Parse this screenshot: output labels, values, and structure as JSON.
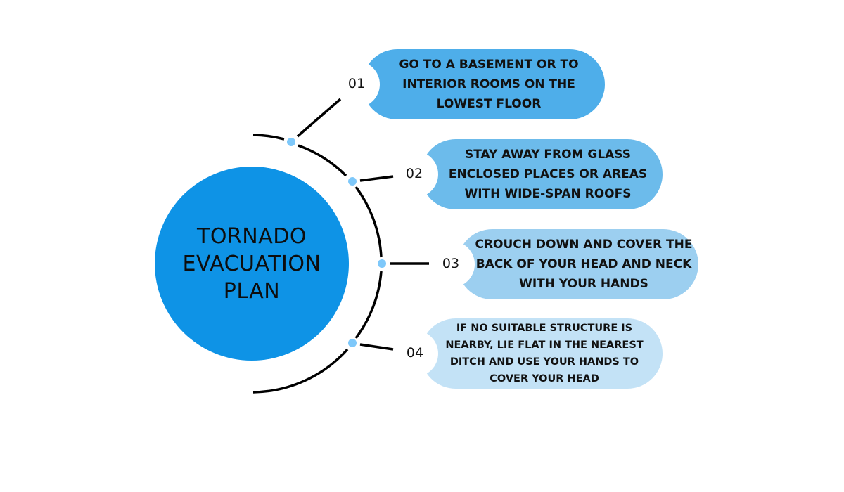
{
  "title": "TORNADO EVACUATION PLAN",
  "title_lines": [
    "TORNADO",
    "EVACUATION",
    "PLAN"
  ],
  "colors": {
    "center_circle": "#0e93e6",
    "step1": "#4eaeea",
    "step2": "#6cbbeb",
    "step3": "#9ccff0",
    "step4": "#c3e2f6",
    "dot": "#7ec8fa",
    "line": "#000000"
  },
  "steps": [
    {
      "number": "01",
      "text": "GO TO A BASEMENT OR TO INTERIOR ROOMS ON THE LOWEST FLOOR"
    },
    {
      "number": "02",
      "text": "STAY AWAY FROM GLASS ENCLOSED PLACES OR AREAS WITH WIDE-SPAN ROOFS"
    },
    {
      "number": "03",
      "text": "CROUCH DOWN AND COVER THE BACK OF YOUR HEAD AND NECK WITH YOUR HANDS"
    },
    {
      "number": "04",
      "text": "IF NO SUITABLE STRUCTURE IS NEARBY, LIE FLAT IN THE NEAREST DITCH AND USE YOUR HANDS TO COVER YOUR HEAD"
    }
  ]
}
